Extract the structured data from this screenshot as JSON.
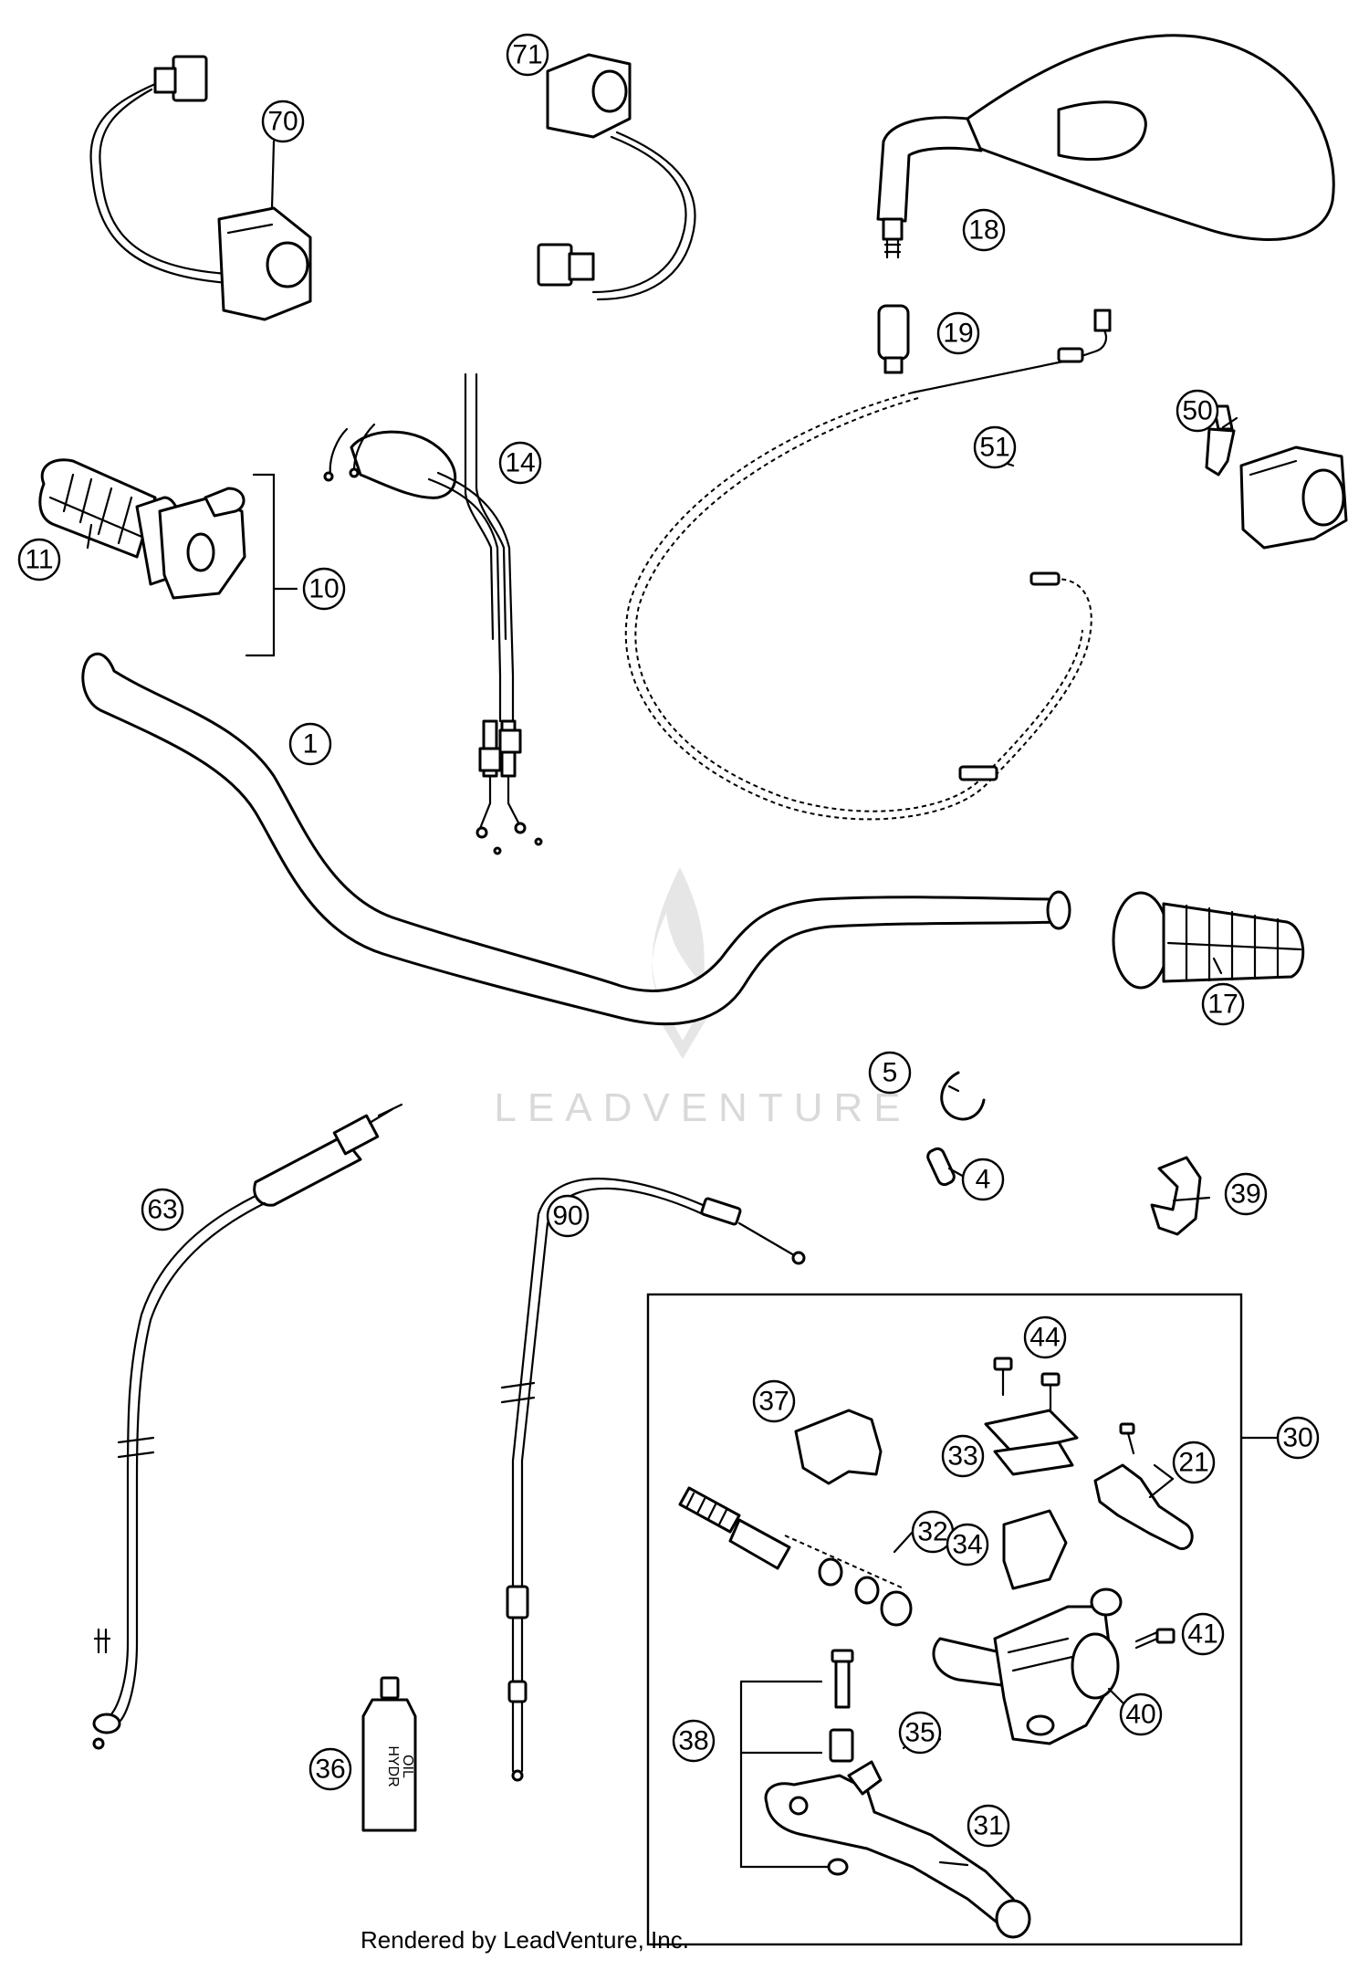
{
  "watermark": {
    "brand": "LEADVENTURE"
  },
  "footer": {
    "credit": "Rendered by LeadVenture, Inc."
  },
  "bottle_label": {
    "line1": "HYDR",
    "line2": "OIL"
  },
  "callouts": [
    {
      "id": "c70",
      "label": "70",
      "part": "left-handlebar-switch"
    },
    {
      "id": "c71",
      "label": "71",
      "part": "right-handlebar-switch"
    },
    {
      "id": "c18",
      "label": "18",
      "part": "mirror"
    },
    {
      "id": "c19",
      "label": "19",
      "part": "mirror-adapter"
    },
    {
      "id": "c14",
      "label": "14",
      "part": "throttle-cable"
    },
    {
      "id": "c51",
      "label": "51",
      "part": "choke-cable"
    },
    {
      "id": "c50",
      "label": "50",
      "part": "choke-lever"
    },
    {
      "id": "c11",
      "label": "11",
      "part": "left-grip"
    },
    {
      "id": "c10",
      "label": "10",
      "part": "throttle-assembly"
    },
    {
      "id": "c1",
      "label": "1",
      "part": "handlebar"
    },
    {
      "id": "c17",
      "label": "17",
      "part": "right-grip"
    },
    {
      "id": "c5",
      "label": "5",
      "part": "circlip"
    },
    {
      "id": "c4",
      "label": "4",
      "part": "pin"
    },
    {
      "id": "c39",
      "label": "39",
      "part": "clamp"
    },
    {
      "id": "c63",
      "label": "63",
      "part": "speedometer-cable"
    },
    {
      "id": "c90",
      "label": "90",
      "part": "clutch-cable"
    },
    {
      "id": "c44",
      "label": "44",
      "part": "screws"
    },
    {
      "id": "c37",
      "label": "37",
      "part": "clamp-half"
    },
    {
      "id": "c33",
      "label": "33",
      "part": "reservoir-cover"
    },
    {
      "id": "c21",
      "label": "21",
      "part": "adjuster-lever"
    },
    {
      "id": "c30",
      "label": "30",
      "part": "master-cylinder-assembly"
    },
    {
      "id": "c32",
      "label": "32",
      "part": "piston-kit"
    },
    {
      "id": "c34",
      "label": "34",
      "part": "diaphragm"
    },
    {
      "id": "c41",
      "label": "41",
      "part": "bolt"
    },
    {
      "id": "c40",
      "label": "40",
      "part": "master-cylinder-housing"
    },
    {
      "id": "c38",
      "label": "38",
      "part": "pivot-kit"
    },
    {
      "id": "c35",
      "label": "35",
      "part": "spring"
    },
    {
      "id": "c31",
      "label": "31",
      "part": "lever"
    },
    {
      "id": "c36",
      "label": "36",
      "part": "hydraulic-oil"
    }
  ]
}
